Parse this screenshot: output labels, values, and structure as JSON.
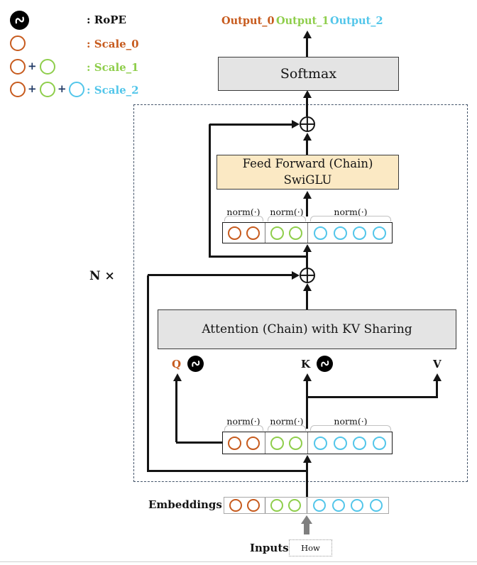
{
  "legend": {
    "rope_label": ": RoPE",
    "scale0_label": ": Scale_0",
    "scale1_label": ": Scale_1",
    "scale2_label": ": Scale_2",
    "plus": "+"
  },
  "outputs": {
    "output0": "Output_0",
    "output1": "Output_1",
    "output2": "Output_2"
  },
  "blocks": {
    "softmax": "Softmax",
    "feed_forward_line1": "Feed Forward (Chain)",
    "feed_forward_line2": "SwiGLU",
    "attention": "Attention (Chain) with KV Sharing"
  },
  "labels": {
    "n_times": "N ×",
    "norm": "norm(·)",
    "q": "Q",
    "k": "K",
    "v": "V",
    "embeddings": "Embeddings",
    "inputs": "Inputs",
    "input_token": "How"
  },
  "colors": {
    "orange": "#C75B1E",
    "green": "#8FCE4C",
    "blue": "#53C6EA",
    "plus_navy": "#1F3864",
    "dashed_border": "#44546A",
    "block_gray": "#E4E4E4",
    "block_cream": "#FBE9C4",
    "arrow_gray": "#7F7F7F"
  },
  "scale_rows": {
    "segments": [
      {
        "color": "orange",
        "count": 2
      },
      {
        "color": "green",
        "count": 2
      },
      {
        "color": "blue",
        "count": 4
      }
    ]
  }
}
